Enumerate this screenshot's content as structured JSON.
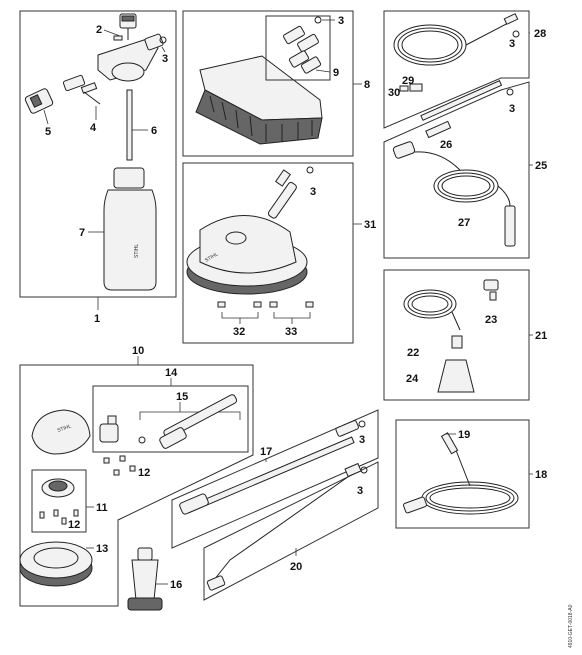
{
  "callouts": {
    "c1": "1",
    "c2": "2",
    "c3a": "3",
    "c3b": "3",
    "c3c": "3",
    "c3d": "3",
    "c3e": "3",
    "c3f": "3",
    "c4": "4",
    "c5": "5",
    "c6": "6",
    "c7": "7",
    "c8": "8",
    "c9": "9",
    "c10": "10",
    "c11": "11",
    "c12a": "12",
    "c12b": "12",
    "c13": "13",
    "c14": "14",
    "c15": "15",
    "c16": "16",
    "c17": "17",
    "c18": "18",
    "c19": "19",
    "c20": "20",
    "c21": "21",
    "c22": "22",
    "c23": "23",
    "c24": "24",
    "c25": "25",
    "c26": "26",
    "c27": "27",
    "c28": "28",
    "c29": "29",
    "c30": "30",
    "c31": "31",
    "c32": "32",
    "c33": "33"
  },
  "brand": "STIHL",
  "drawing_code": "4910-GET-0018-A0"
}
